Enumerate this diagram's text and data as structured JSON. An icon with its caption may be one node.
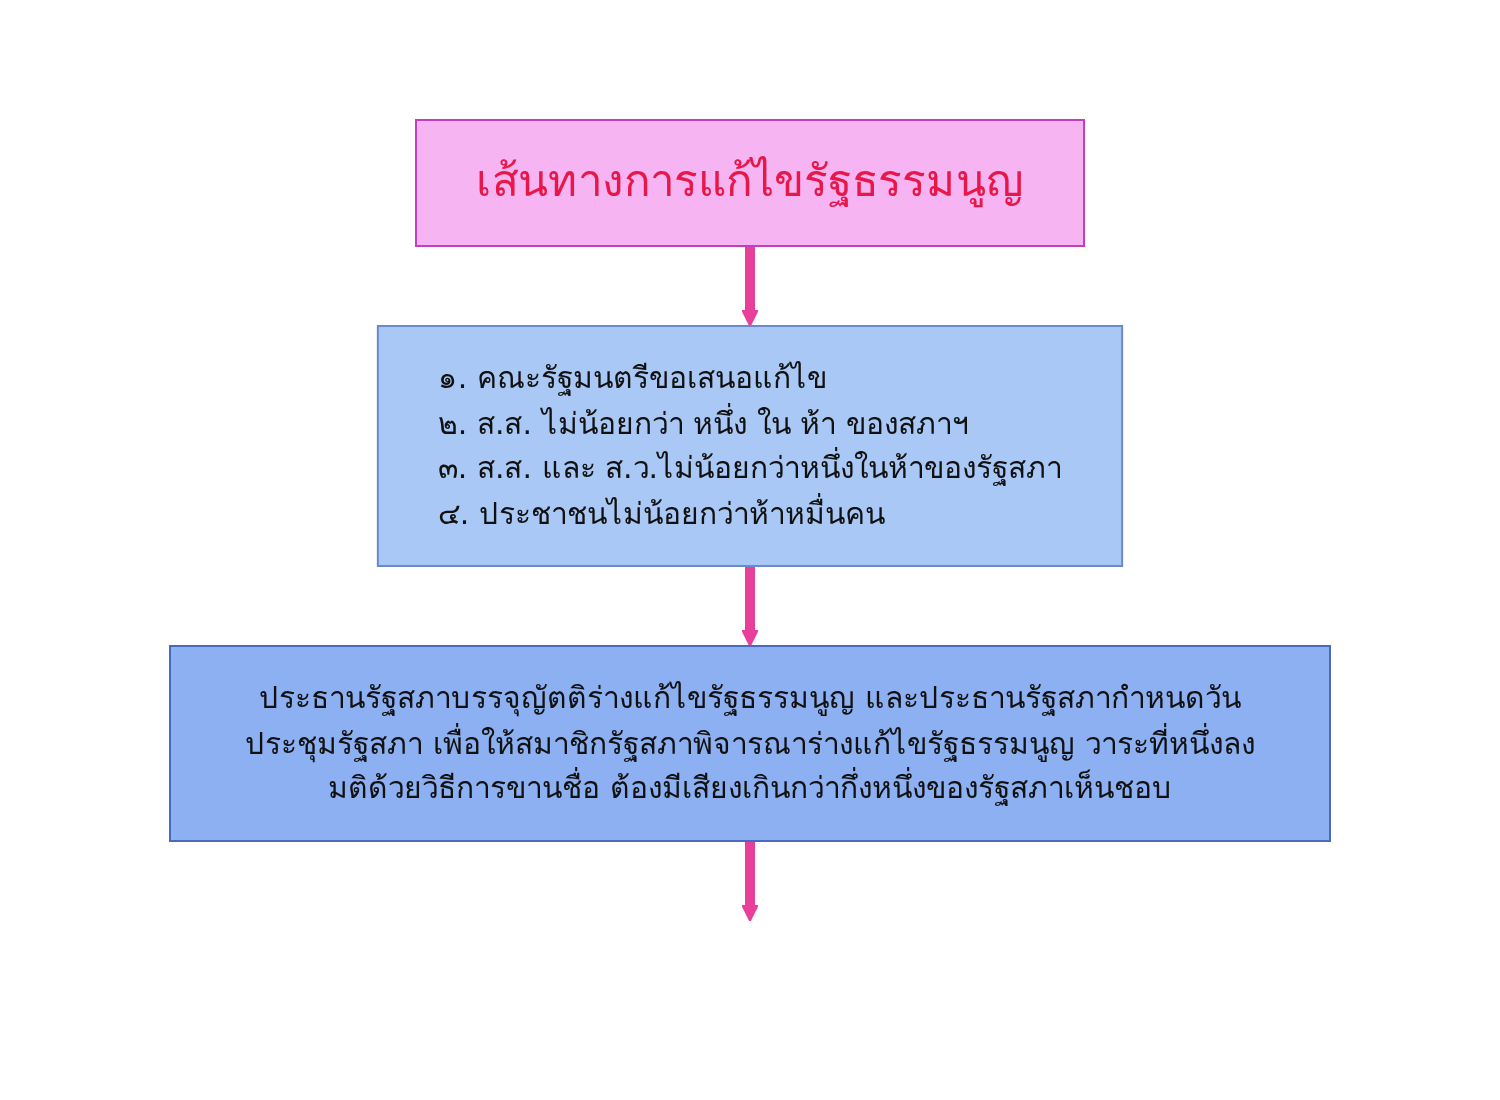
{
  "diagram": {
    "nodes": [
      {
        "text": [
          "เส้นทางการแก้ไขรัฐธรรมนูญ"
        ]
      },
      {
        "text": [
          "๑. คณะรัฐมนตรีขอเสนอแก้ไข",
          "๒. ส.ส. ไม่น้อยกว่า หนึ่ง ใน ห้า ของสภาฯ",
          "๓. ส.ส. และ ส.ว.ไม่น้อยกว่าหนึ่งในห้าของรัฐสภา",
          "๔. ประชาชนไม่น้อยกว่าห้าหมื่นคน"
        ]
      },
      {
        "text": [
          "ประธานรัฐสภาบรรจุญัตติร่างแก้ไขรัฐธรรมนูญ และประธานรัฐสภากำหนดวันประชุมรัฐสภา เพื่อให้สมาชิกรัฐสภาพิจารณาร่างแก้ไขรัฐธรรมนูญ วาระที่หนึ่งลงมติด้วยวิธีการขานชื่อ ต้องมีเสียงเกินกว่ากึ่งหนึ่งของรัฐสภาเห็นชอบ"
        ]
      }
    ],
    "edges": [
      {
        "from": 0,
        "to": 1,
        "arrow": "to"
      },
      {
        "from": 1,
        "to": 2,
        "arrow": "to"
      },
      {
        "from": 2,
        "to": null,
        "arrow": "to"
      }
    ]
  }
}
